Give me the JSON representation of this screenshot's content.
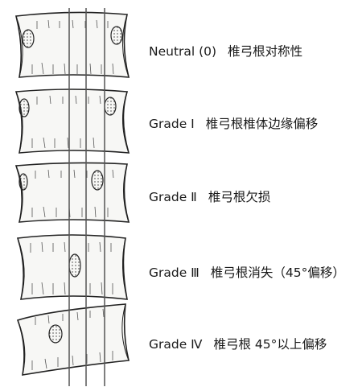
{
  "figure": {
    "rows": [
      {
        "grade": "Neutral (0)",
        "description": "椎弓根对称性"
      },
      {
        "grade": "Grade Ⅰ",
        "description": "椎弓根椎体边缘偏移"
      },
      {
        "grade": "Grade Ⅱ",
        "description": "椎弓根欠损"
      },
      {
        "grade": "Grade Ⅲ",
        "description": "椎弓根消失（45°偏移）"
      },
      {
        "grade": "Grade Ⅳ",
        "description": "椎弓根 45°以上偏移"
      }
    ]
  }
}
